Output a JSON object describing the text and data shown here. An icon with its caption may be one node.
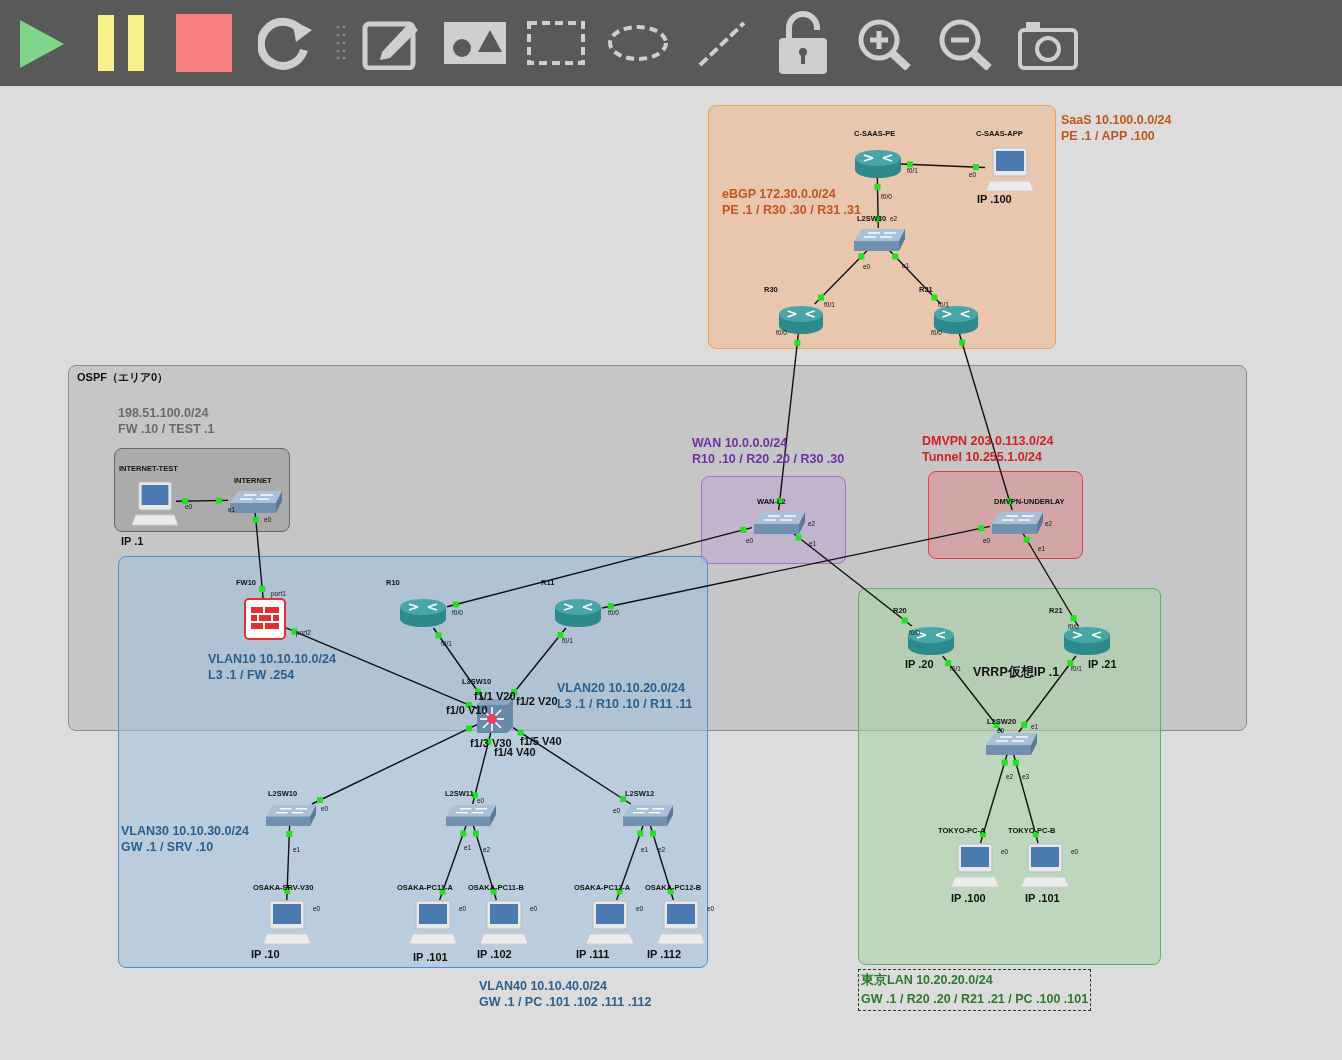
{
  "diagram": {
    "nodes": [
      {
        "text": [
          "SaaS 10.100.0.0/24 PE .1 / APP .100"
        ]
      },
      {
        "text": [
          "C-SAAS-PE"
        ],
        "in": 0,
        "beside": [
          "f0/1",
          "f0/0"
        ]
      },
      {
        "text": [
          "C-SAAS-APP"
        ],
        "in": 0,
        "beside": [
          "e0",
          "IP .100"
        ]
      },
      {
        "text": [
          "L2SW30"
        ],
        "in": 0,
        "beside": [
          "e2",
          "e0",
          "e1"
        ]
      },
      {
        "text": [
          "R30"
        ],
        "in": 0,
        "beside": [
          "f0/1",
          "f0/0"
        ]
      },
      {
        "text": [
          "R31"
        ],
        "in": 0,
        "beside": [
          "f0/1",
          "f0/0"
        ]
      },
      {
        "text": [
          "OSPF（エリア0）"
        ]
      },
      {
        "text": [
          "198.51.100.0/24 FW .10 / TEST .1"
        ],
        "in": 6
      },
      {
        "text": [
          "INTERNET-TEST"
        ],
        "in": 7,
        "beside": [
          "e0",
          "IP .1"
        ]
      },
      {
        "text": [
          "INTERNET"
        ],
        "in": 7,
        "beside": [
          "e1",
          "e0"
        ]
      },
      {
        "text": [
          "WAN 10.0.0.0/24 R10 .10 / R20 .20 / R30 .30"
        ],
        "in": 6
      },
      {
        "text": [
          "WAN-L2"
        ],
        "in": 10,
        "beside": [
          "e2",
          "e0",
          "e1"
        ]
      },
      {
        "text": [
          "DMVPN 203.0.113.0/24 Tunnel 10.255.1.0/24"
        ],
        "in": 6
      },
      {
        "text": [
          "DMVPN-UNDERLAY"
        ],
        "in": 12,
        "beside": [
          "e2",
          "e0",
          "e1"
        ]
      },
      {
        "text": [
          "VLAN40 10.10.40.0/24 GW .1 / PC .101 .102 .111 .112"
        ]
      },
      {
        "text": [
          "FW10"
        ],
        "beside": [
          "port1",
          "port2"
        ]
      },
      {
        "text": [
          "R10"
        ],
        "beside": [
          "f0/0",
          "f0/1"
        ]
      },
      {
        "text": [
          "R11"
        ],
        "beside": [
          "f0/0",
          "f0/1"
        ]
      },
      {
        "text": [
          "L3SW10"
        ],
        "beside": [
          "f1/1 V20",
          "f1/2 V20",
          "f1/0 V10",
          "f1/3 V30",
          "f1/4 V40",
          "f1/5 V40"
        ]
      },
      {
        "text": [
          "L2SW10"
        ],
        "in": 14,
        "beside": [
          "e0",
          "e1"
        ]
      },
      {
        "text": [
          "L2SW11"
        ],
        "in": 14,
        "beside": [
          "e0",
          "e1",
          "e2"
        ]
      },
      {
        "text": [
          "L2SW12"
        ],
        "in": 14,
        "beside": [
          "e0",
          "e1",
          "e2"
        ]
      },
      {
        "text": [
          "OSAKA-SRV-V30"
        ],
        "in": 14,
        "beside": [
          "e0",
          "IP .10"
        ]
      },
      {
        "text": [
          "OSAKA-PC11-A"
        ],
        "in": 14,
        "beside": [
          "e0",
          "IP .101"
        ]
      },
      {
        "text": [
          "OSAKA-PC11-B"
        ],
        "in": 14,
        "beside": [
          "e0",
          "IP .102"
        ]
      },
      {
        "text": [
          "OSAKA-PC12-A"
        ],
        "in": 14,
        "beside": [
          "e0",
          "IP .111"
        ]
      },
      {
        "text": [
          "OSAKA-PC12-B"
        ],
        "in": 14,
        "beside": [
          "e0",
          "IP .112"
        ]
      },
      {
        "text": [
          "東京LAN 10.20.20.0/24 GW .1 / R20 .20 / R21 .21 / PC .100 .101"
        ]
      },
      {
        "text": [
          "R20"
        ],
        "beside": [
          "f0/0",
          "f0/1",
          "IP .20"
        ]
      },
      {
        "text": [
          "R21"
        ],
        "beside": [
          "f0/0",
          "f0/1",
          "IP .21"
        ]
      },
      {
        "text": [
          "L2SW20"
        ],
        "in": 27,
        "beside": [
          "e0",
          "e1",
          "e2",
          "e3"
        ]
      },
      {
        "text": [
          "TOKYO-PC-A"
        ],
        "in": 27,
        "beside": [
          "e0",
          "IP .100"
        ]
      },
      {
        "text": [
          "TOKYO-PC-B"
        ],
        "in": 27,
        "beside": [
          "e0",
          "IP .101"
        ]
      }
    ],
    "edges": [
      {
        "from": 1,
        "to": 2,
        "arrow": "none"
      },
      {
        "from": 1,
        "to": 3,
        "arrow": "none"
      },
      {
        "from": 3,
        "to": 4,
        "arrow": "none"
      },
      {
        "from": 3,
        "to": 5,
        "arrow": "none"
      },
      {
        "from": 4,
        "to": 11,
        "arrow": "none"
      },
      {
        "from": 5,
        "to": 13,
        "arrow": "none"
      },
      {
        "from": 8,
        "to": 9,
        "arrow": "none"
      },
      {
        "from": 9,
        "to": 15,
        "arrow": "none"
      },
      {
        "from": 15,
        "to": 18,
        "arrow": "none"
      },
      {
        "from": 16,
        "to": 11,
        "arrow": "none"
      },
      {
        "from": 17,
        "to": 13,
        "arrow": "none"
      },
      {
        "from": 16,
        "to": 18,
        "arrow": "none"
      },
      {
        "from": 17,
        "to": 18,
        "arrow": "none"
      },
      {
        "from": 11,
        "to": 28,
        "arrow": "none"
      },
      {
        "from": 13,
        "to": 29,
        "arrow": "none"
      },
      {
        "from": 18,
        "to": 19,
        "arrow": "none"
      },
      {
        "from": 18,
        "to": 20,
        "arrow": "none"
      },
      {
        "from": 18,
        "to": 21,
        "arrow": "none"
      },
      {
        "from": 19,
        "to": 22,
        "arrow": "none"
      },
      {
        "from": 20,
        "to": 23,
        "arrow": "none"
      },
      {
        "from": 20,
        "to": 24,
        "arrow": "none"
      },
      {
        "from": 21,
        "to": 25,
        "arrow": "none"
      },
      {
        "from": 21,
        "to": 26,
        "arrow": "none"
      },
      {
        "from": 28,
        "to": 30,
        "arrow": "none"
      },
      {
        "from": 29,
        "to": 30,
        "arrow": "none"
      },
      {
        "from": 30,
        "to": 31,
        "arrow": "none"
      },
      {
        "from": 30,
        "to": 32,
        "arrow": "none"
      }
    ],
    "labels": [
      "eBGP 172.30.0.0/24 PE .1 / R30 .30 / R31 .31",
      "VLAN10 10.10.10.0/24 L3 .1 / FW .254",
      "VLAN20 10.10.20.0/24 L3 .1 / R10 .10 / R11 .11",
      "VLAN30 10.10.30.0/24 GW .1 / SRV .10",
      "VRRP仮想IP .1"
    ]
  }
}
